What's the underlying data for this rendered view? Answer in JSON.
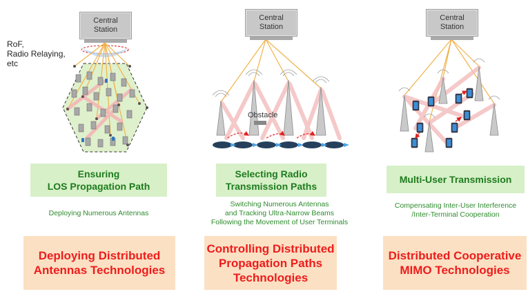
{
  "columns": [
    {
      "station": "Central\nStation",
      "heading": "Ensuring\nLOS Propagation Path",
      "description": "Deploying Numerous Antennas",
      "technology": "Deploying Distributed\nAntennas Technologies"
    },
    {
      "station": "Central\nStation",
      "heading": "Selecting  Radio\nTransmission  Paths",
      "description": "Switching Numerous Antennas\nand Tracking Ultra-Narrow Beams\nFollowing the Movement of User Terminals",
      "technology": "Controlling Distributed\nPropagation Paths\nTechnologies",
      "obstacle_label": "Obstacle"
    },
    {
      "station": "Central\nStation",
      "heading": "Multi-User Transmission",
      "description": "Compensating Inter-User Interference\n/Inter-Terminal Cooperation",
      "technology": "Distributed Cooperative\nMIMO Technologies"
    }
  ],
  "side_label": "RoF,\nRadio Relaying,\netc",
  "colors": {
    "link_line": "#f0b24a",
    "beam": "#f4b6b6",
    "hexagon": "#dff0cc",
    "green_box": "#d7f0c8",
    "green_text": "#1e7b1e",
    "orange_box": "#fbe0c3",
    "red_text": "#ee1c1c"
  },
  "icons": [
    "building-icon",
    "antenna-icon",
    "tower-icon",
    "smartphone-icon",
    "car-icon",
    "obstacle-icon"
  ]
}
